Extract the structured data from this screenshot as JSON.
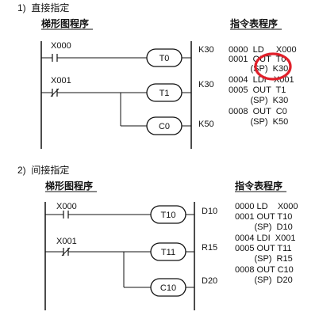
{
  "sections": [
    {
      "heading": "1)  直接指定",
      "ladder_title": "梯形图程序",
      "list_title": "指令表程序",
      "rungs": [
        {
          "contact_label": "X000",
          "contact_type": "NO",
          "coil": "T0",
          "constant": "K30"
        },
        {
          "contact_label": "X001",
          "contact_type": "NC",
          "coil": "T1",
          "constant": "K30"
        },
        {
          "coil": "C0",
          "constant": "K50"
        }
      ],
      "listing": [
        "0000  LD     X000",
        "0001  OUT  T0",
        "         (SP)  K30",
        "0004  LDI   X001",
        "0005  OUT  T1",
        "         (SP)  K30",
        "0008  OUT  C0",
        "         (SP)  K50"
      ]
    },
    {
      "heading": "2)  间接指定",
      "ladder_title": "梯形图程序",
      "list_title": "指令表程序",
      "rungs": [
        {
          "contact_label": "X000",
          "contact_type": "NO",
          "coil": "T10",
          "constant": "D10"
        },
        {
          "contact_label": "X001",
          "contact_type": "NC",
          "coil": "T11",
          "constant": "R15"
        },
        {
          "coil": "C10",
          "constant": "D20"
        }
      ],
      "listing": [
        "0000 LD    X000",
        "0001 OUT T10",
        "        (SP)  D10",
        "0004 LDI  X001",
        "0005 OUT T11",
        "        (SP)  R15",
        "0008 OUT C10",
        "        (SP)  D20"
      ]
    }
  ],
  "highlight_color": "#e0202a",
  "line_color": "#111111"
}
